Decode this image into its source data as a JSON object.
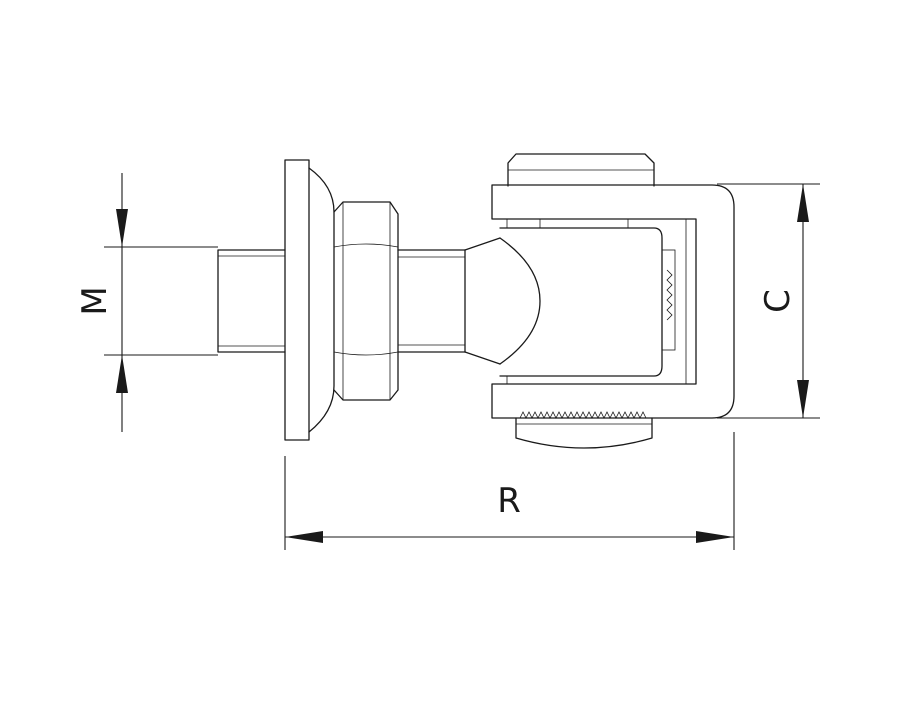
{
  "diagram": {
    "dimensions": {
      "m_label": "M",
      "c_label": "C",
      "r_label": "R"
    },
    "colors": {
      "stroke": "#1a1a1a",
      "background": "#ffffff"
    }
  }
}
